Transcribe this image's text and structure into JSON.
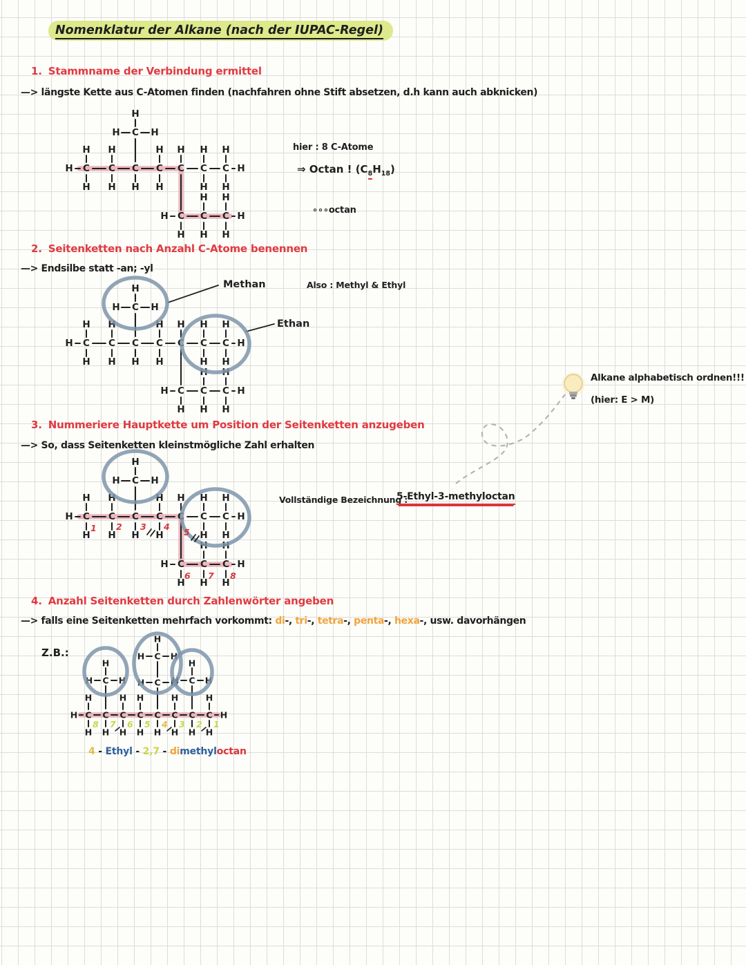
{
  "page_title": "Nomenklatur der Alkane (nach der IUPAC-Regel)",
  "colors": {
    "ink": "#1f1f1f",
    "heading_red": "#e03a40",
    "red_number": "#d6373c",
    "chain_highlight": "#e6a0a9",
    "circle": "#7e95aa",
    "title_highlight": "#dde98b",
    "green_number": "#c9d64c",
    "yellow_number": "#e4bd45",
    "orange_prefix": "#f0a43c",
    "blue_word": "#2e5f9e"
  },
  "molecule": {
    "carbon": "C",
    "hydrogen": "H"
  },
  "sections": {
    "s1": {
      "num": "1.",
      "heading": "Stammname der Verbindung ermittel",
      "sub": "—> längste Kette aus C-Atomen finden (nachfahren ohne Stift absetzen, d.h kann auch abknicken)"
    },
    "s2": {
      "num": "2.",
      "heading": "Seitenketten nach Anzahl C-Atome benennen",
      "sub": "—> Endsilbe statt -an; -yl"
    },
    "s3": {
      "num": "3.",
      "heading": "Nummeriere Hauptkette um Position der Seitenketten anzugeben",
      "sub": "—> So, dass Seitenketten kleinstmögliche Zahl erhalten"
    },
    "s4": {
      "num": "4.",
      "heading": "Anzahl Seitenketten durch Zahlenwörter angeben",
      "sub_segments": [
        {
          "t": "—> falls eine Seitenketten mehrfach vorkommt: "
        },
        {
          "t": "di",
          "c": "#f0a43c"
        },
        {
          "t": "-, "
        },
        {
          "t": "tri",
          "c": "#f0a43c"
        },
        {
          "t": "-, "
        },
        {
          "t": "tetra",
          "c": "#f0a43c"
        },
        {
          "t": "-, "
        },
        {
          "t": "penta",
          "c": "#f0a43c"
        },
        {
          "t": "-, "
        },
        {
          "t": "hexa",
          "c": "#f0a43c"
        },
        {
          "t": "-, "
        },
        {
          "t": "usw. davorhängen"
        }
      ]
    }
  },
  "annotations": {
    "hier": "hier :  8 C-Atome",
    "formula_segments": [
      {
        "t": "⇒  Octan ! (C"
      },
      {
        "t": "8",
        "sub": true,
        "u": "#d6373c"
      },
      {
        "t": "H"
      },
      {
        "t": "18",
        "sub": true
      },
      {
        "t": ")"
      }
    ],
    "octan_suffix": "∘∘∘octan",
    "methan": "Methan",
    "ethan": "Ethan",
    "also": "Also :  Methyl & Ethyl",
    "bulb_line1": "Alkane alphabetisch ordnen!!!",
    "bulb_line2": "(hier: E > M)",
    "full_label": "Vollständige Bezeichnung :",
    "full_name": "5-Ethyl-3-methyloctan",
    "zb": "Z.B.:",
    "caption_segments": [
      {
        "t": "4",
        "c": "#e4bd45"
      },
      {
        "t": " - "
      },
      {
        "t": "Ethyl",
        "c": "#2e5f9e"
      },
      {
        "t": " - "
      },
      {
        "t": "2,7",
        "c": "#c9d64c"
      },
      {
        "t": " - "
      },
      {
        "t": "di",
        "c": "#f0a43c"
      },
      {
        "t": "methyl",
        "c": "#2e5f9e"
      },
      {
        "t": "octan",
        "c": "#d6373c"
      }
    ]
  },
  "structures": {
    "s3_main_numbers": [
      "1",
      "2",
      "3",
      "4",
      "5"
    ],
    "s3_lower_numbers": [
      "6",
      "7",
      "8"
    ],
    "s4_numbers": [
      "8",
      "7",
      "6",
      "5",
      "4",
      "3",
      "2",
      "1"
    ],
    "s4_number_colors": [
      "#c9d64c",
      "#c9d64c",
      "#c9d64c",
      "#c9d64c",
      "#e4bd45",
      "#c9d64c",
      "#c9d64c",
      "#c9d64c"
    ]
  }
}
